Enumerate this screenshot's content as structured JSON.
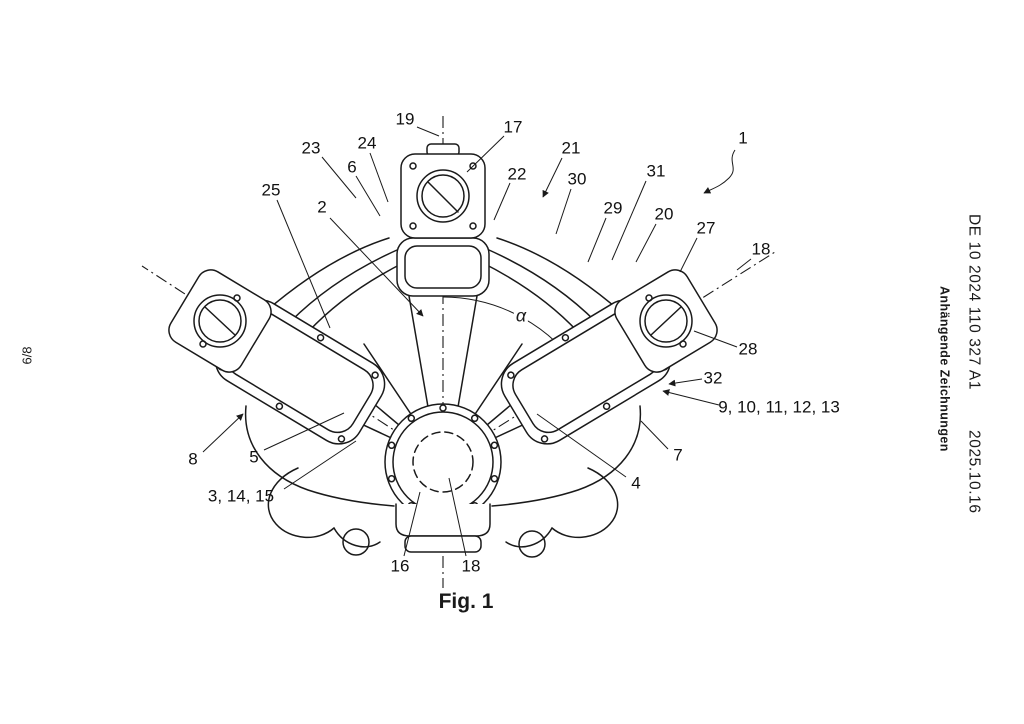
{
  "page": {
    "sheet_index": "6/8",
    "publication": "DE 10 2024 110 327 A1",
    "date": "2025.10.16",
    "section": "Anhängende Zeichnungen",
    "caption": "Fig. 1"
  },
  "figure": {
    "alpha": "α",
    "refs": {
      "r19": "19",
      "r17": "17",
      "r23": "23",
      "r24": "24",
      "r6": "6",
      "r21": "21",
      "r22": "22",
      "r30": "30",
      "r31": "31",
      "r29": "29",
      "r20": "20",
      "r1": "1",
      "r27": "27",
      "r18_top": "18",
      "r25": "25",
      "r2": "2",
      "r28": "28",
      "r32": "32",
      "r9_13": "9, 10, 11, 12, 13",
      "r8": "8",
      "r5": "5",
      "r3_14_15": "3, 14, 15",
      "r7": "7",
      "r4": "4",
      "r16": "16",
      "r18_bottom": "18"
    }
  }
}
